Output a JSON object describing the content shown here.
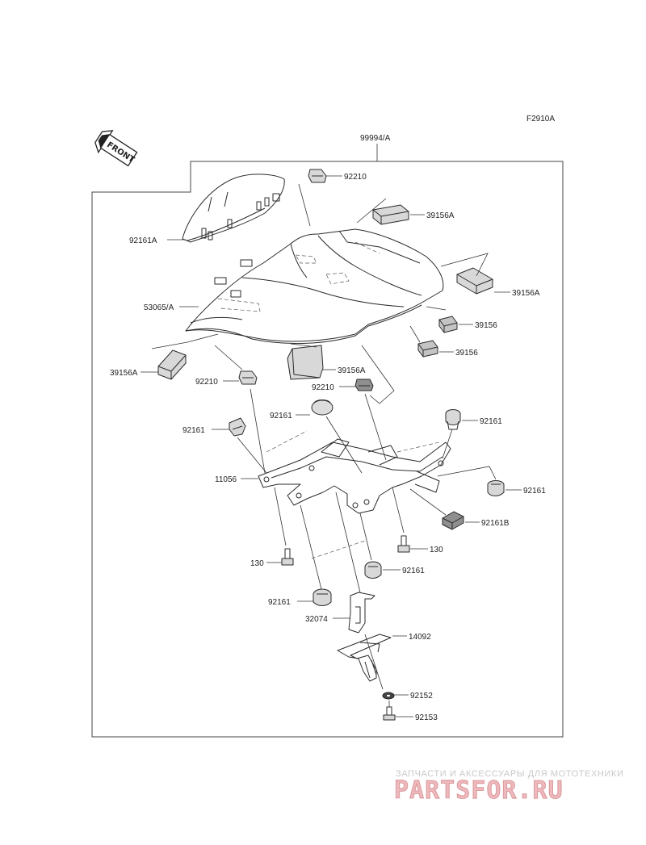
{
  "figure_code": "F2910A",
  "front_badge": "FRONT",
  "assembly_ref": "99994/A",
  "callouts": [
    {
      "key": "c92210_top",
      "text": "92210"
    },
    {
      "key": "c39156a_1",
      "text": "39156A"
    },
    {
      "key": "c92161a",
      "text": "92161A"
    },
    {
      "key": "c39156a_2",
      "text": "39156A"
    },
    {
      "key": "c53065",
      "text": "53065/A"
    },
    {
      "key": "c39156_1",
      "text": "39156"
    },
    {
      "key": "c39156_2",
      "text": "39156"
    },
    {
      "key": "c39156a_3",
      "text": "39156A"
    },
    {
      "key": "c92210_l",
      "text": "92210"
    },
    {
      "key": "c39156a_4",
      "text": "39156A"
    },
    {
      "key": "c92210_r",
      "text": "92210"
    },
    {
      "key": "c92161_1",
      "text": "92161"
    },
    {
      "key": "c92161_2",
      "text": "92161"
    },
    {
      "key": "c92161_3",
      "text": "92161"
    },
    {
      "key": "c11056",
      "text": "11056"
    },
    {
      "key": "c92161_4",
      "text": "92161"
    },
    {
      "key": "c92161b",
      "text": "92161B"
    },
    {
      "key": "c130_r",
      "text": "130"
    },
    {
      "key": "c130_l",
      "text": "130"
    },
    {
      "key": "c92161_5",
      "text": "92161"
    },
    {
      "key": "c92161_6",
      "text": "92161"
    },
    {
      "key": "c32074",
      "text": "32074"
    },
    {
      "key": "c14092",
      "text": "14092"
    },
    {
      "key": "c92152",
      "text": "92152"
    },
    {
      "key": "c92153",
      "text": "92153"
    }
  ],
  "watermark": {
    "line1": "ЗАПЧАСТИ И АКСЕССУАРЫ ДЛЯ МОТОТЕХНИКИ",
    "line2": "PARTSFOR.RU"
  }
}
